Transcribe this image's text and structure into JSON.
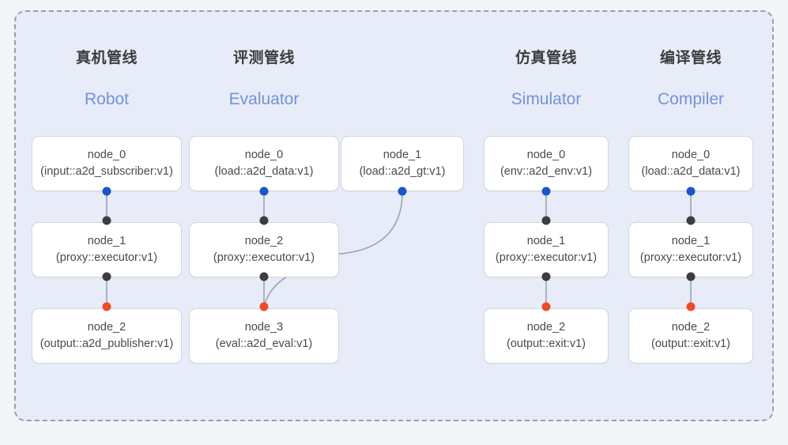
{
  "diagram": {
    "title_visible": false,
    "colors": {
      "page_background": "#f3f5f9",
      "panel_background": "#e7ecf8",
      "panel_border": "#9aa0aa",
      "node_background": "#ffffff",
      "node_border": "#d3d6dc",
      "heading_cn": "#3c3c3c",
      "heading_en": "#7392d6",
      "port_input": "#3d3d3d",
      "port_output": "#1a56c4",
      "port_terminal": "#ef4a2c",
      "edge_line": "#9aa3b2"
    }
  },
  "columns": [
    {
      "id": "robot",
      "title_cn": "真机管线",
      "title_en": "Robot",
      "nodes": [
        {
          "name": "node_0",
          "type": "(input::a2d_subscriber:v1)"
        },
        {
          "name": "node_1",
          "type": "(proxy::executor:v1)"
        },
        {
          "name": "node_2",
          "type": "(output::a2d_publisher:v1)"
        }
      ]
    },
    {
      "id": "evaluator",
      "title_cn": "评测管线",
      "title_en": "Evaluator",
      "nodes": [
        {
          "name": "node_0",
          "type": "(load::a2d_data:v1)"
        },
        {
          "name": "node_2",
          "type": "(proxy::executor:v1)"
        },
        {
          "name": "node_3",
          "type": "(eval::a2d_eval:v1)"
        }
      ],
      "side_nodes": [
        {
          "name": "node_1",
          "type": "(load::a2d_gt:v1)"
        }
      ]
    },
    {
      "id": "simulator",
      "title_cn": "仿真管线",
      "title_en": "Simulator",
      "nodes": [
        {
          "name": "node_0",
          "type": "(env::a2d_env:v1)"
        },
        {
          "name": "node_1",
          "type": "(proxy::executor:v1)"
        },
        {
          "name": "node_2",
          "type": "(output::exit:v1)"
        }
      ]
    },
    {
      "id": "compiler",
      "title_cn": "编译管线",
      "title_en": "Compiler",
      "nodes": [
        {
          "name": "node_0",
          "type": "(load::a2d_data:v1)"
        },
        {
          "name": "node_1",
          "type": "(proxy::executor:v1)"
        },
        {
          "name": "node_2",
          "type": "(output::exit:v1)"
        }
      ]
    }
  ]
}
